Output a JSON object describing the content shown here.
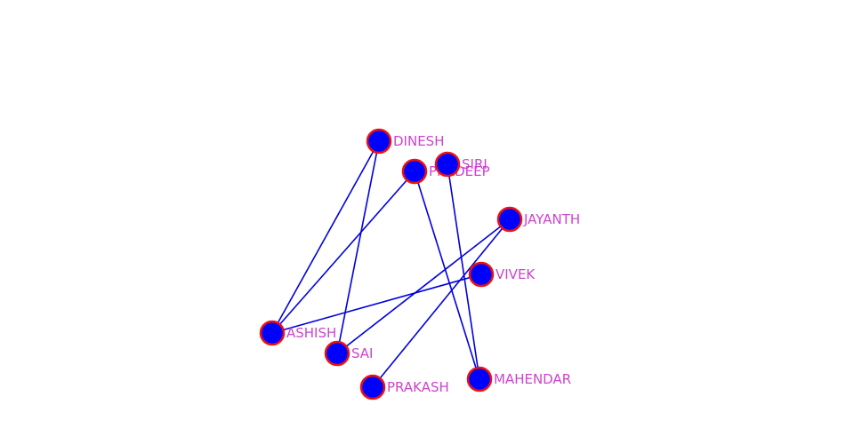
{
  "colors": {
    "node_fill": "#0000ff",
    "node_stroke": "#ee1111",
    "edge": "#0000dd",
    "label": "#cc44cc",
    "background": "#ffffff"
  },
  "nodes": [
    {
      "id": "dinesh",
      "label": "DINESH"
    },
    {
      "id": "pradeep",
      "label": "PRADEEP"
    },
    {
      "id": "siri",
      "label": "SIRI"
    },
    {
      "id": "jayanth",
      "label": "JAYANTH"
    },
    {
      "id": "vivek",
      "label": "VIVEK"
    },
    {
      "id": "ashish",
      "label": "ASHISH"
    },
    {
      "id": "sai",
      "label": "SAI"
    },
    {
      "id": "prakash",
      "label": "PRAKASH"
    },
    {
      "id": "mahendar",
      "label": "MAHENDAR"
    }
  ],
  "edges": [
    {
      "from": "dinesh",
      "to": "ashish"
    },
    {
      "from": "dinesh",
      "to": "sai"
    },
    {
      "from": "pradeep",
      "to": "ashish"
    },
    {
      "from": "pradeep",
      "to": "mahendar"
    },
    {
      "from": "siri",
      "to": "mahendar"
    },
    {
      "from": "jayanth",
      "to": "sai"
    },
    {
      "from": "jayanth",
      "to": "prakash"
    },
    {
      "from": "vivek",
      "to": "ashish"
    }
  ]
}
